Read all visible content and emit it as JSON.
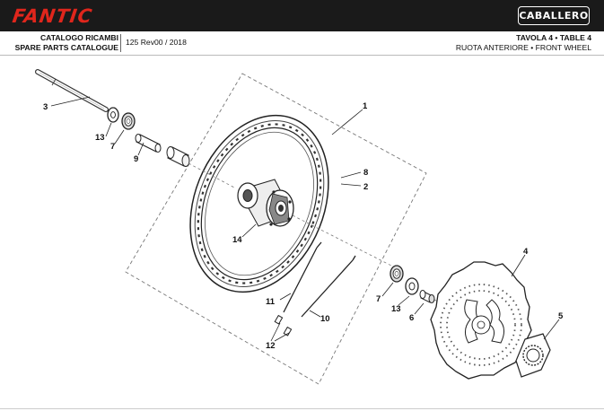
{
  "header": {
    "brand": "FANTIC",
    "model": "CABALLERO",
    "catalog_it": "CATALOGO RICAMBI",
    "catalog_en": "SPARE PARTS CATALOGUE",
    "revision": "125 Rev00 / 2018",
    "table_title": "TAVOLA 4 • TABLE 4",
    "table_subtitle": "RUOTA ANTERIORE • FRONT WHEEL"
  },
  "callouts": {
    "c1": "1",
    "c2": "2",
    "c3": "3",
    "c4": "4",
    "c5": "5",
    "c6": "6",
    "c7a": "7",
    "c7b": "7",
    "c8": "8",
    "c9": "9",
    "c10": "10",
    "c11": "11",
    "c12": "12",
    "c13a": "13",
    "c13b": "13",
    "c14": "14"
  }
}
